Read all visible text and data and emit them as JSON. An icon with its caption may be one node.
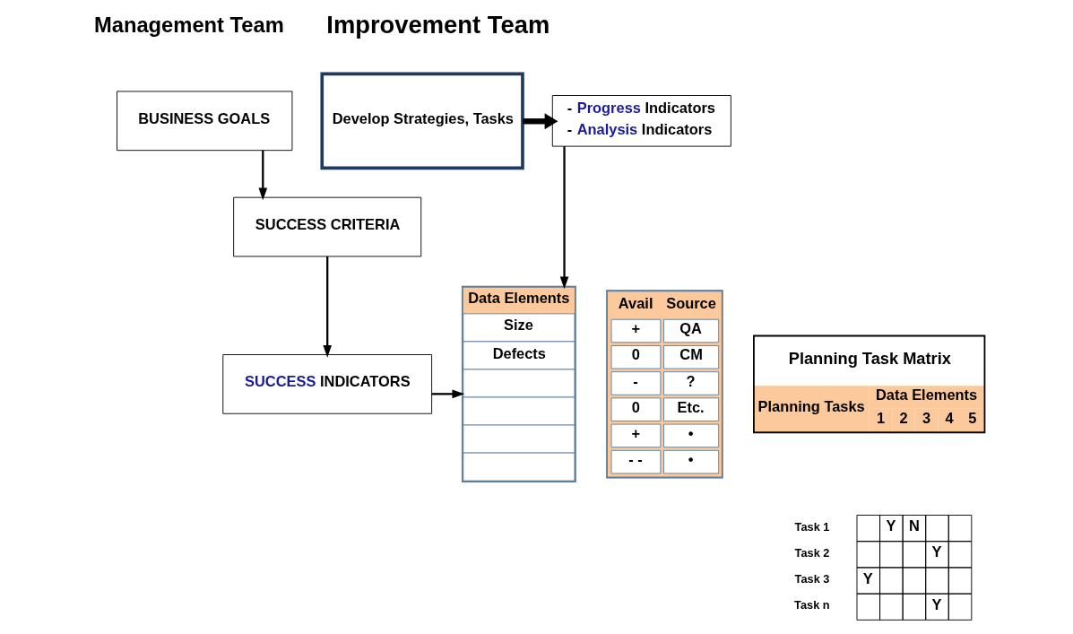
{
  "diagram": {
    "nodes": [
      {
        "text": [
          "BUSINESS GOALS"
        ]
      },
      {
        "text": [
          "SUCCESS CRITERIA"
        ]
      },
      {
        "text": [
          "SUCCESS INDICATORS"
        ]
      },
      {
        "text": [
          "Develop Strategies, Tasks"
        ]
      },
      {
        "text": [
          "- Progress Indicators",
          "- Analysis Indicators"
        ]
      },
      {
        "text": [
          "Data Elements",
          "Size",
          "Defects"
        ]
      },
      {
        "text": [
          "Avail",
          "Source",
          "+",
          "QA",
          "0",
          "CM",
          "-",
          "?",
          "0",
          "Etc.",
          "+",
          "•",
          "- -",
          "•"
        ]
      },
      {
        "text": [
          "Planning Task Matrix",
          "Planning Tasks",
          "Data Elements",
          "1",
          "2",
          "3",
          "4",
          "5"
        ]
      }
    ],
    "edges": [
      {
        "from": 0,
        "to": 1,
        "arrow": "to"
      },
      {
        "from": 1,
        "to": 2,
        "arrow": "to"
      },
      {
        "from": 3,
        "to": 4,
        "arrow": "to",
        "style": "thick"
      },
      {
        "from": 4,
        "to": 5,
        "arrow": "to"
      },
      {
        "from": 2,
        "to": 5,
        "arrow": "to"
      }
    ],
    "labels": [
      "Management Team",
      "Improvement Team",
      "Task 1",
      "Y",
      "N",
      "Task 2",
      "Y",
      "Task 3",
      "Y",
      "Task n",
      "Y"
    ]
  }
}
